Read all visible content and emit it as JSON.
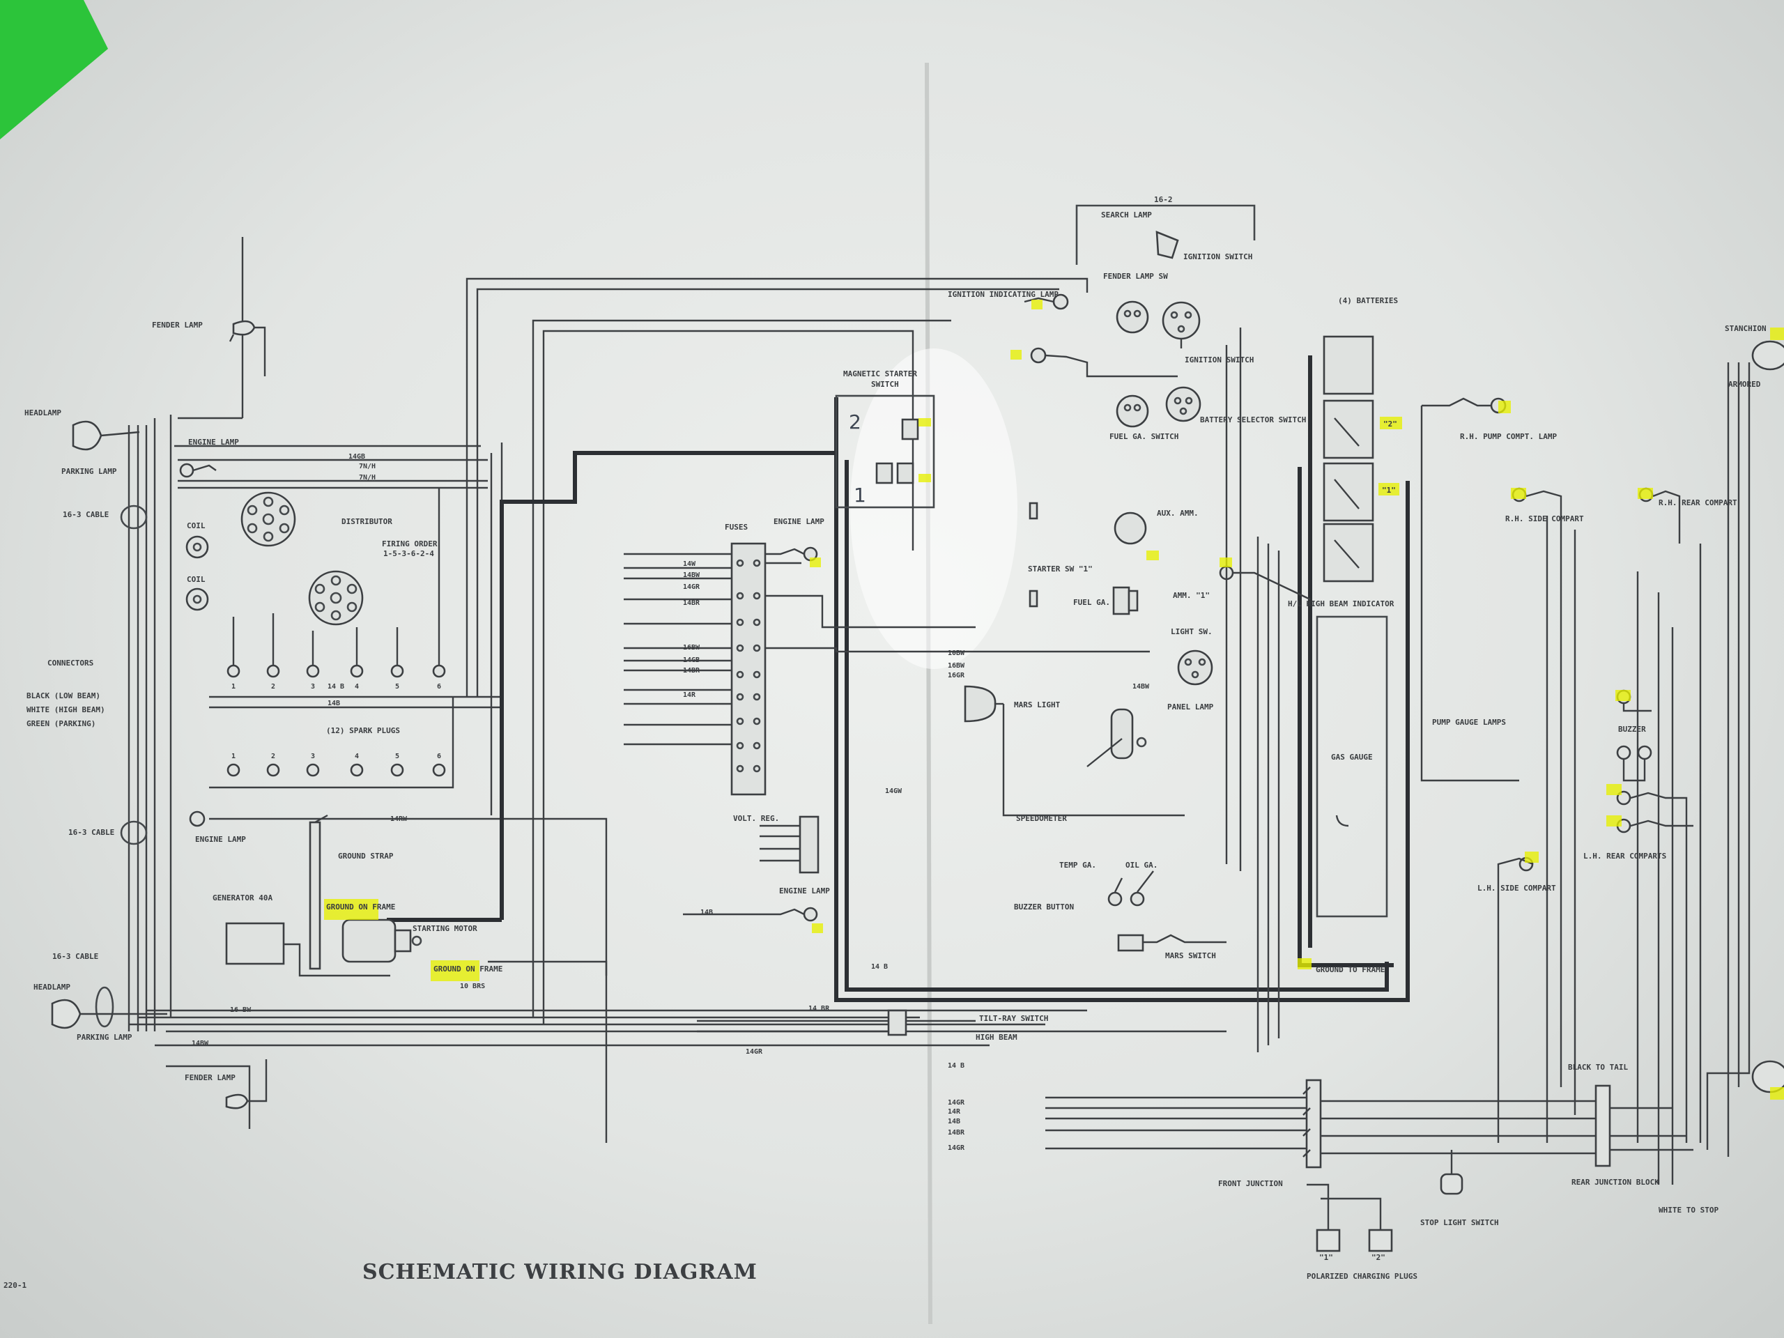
{
  "title": "SCHEMATIC WIRING DIAGRAM",
  "sheet_code": "220-1",
  "handwritten_marks": [
    "2",
    "1"
  ],
  "colors": {
    "paper": "#e6e9e7",
    "ink": "#3c3f42",
    "highlighter": "#e7f000",
    "tape": "#2cc43a"
  },
  "labels": {
    "fender_lamp_top": "FENDER LAMP",
    "headlamp_top": "HEADLAMP",
    "parking_lamp_top": "PARKING LAMP",
    "engine_lamp_left": "ENGINE LAMP",
    "cable_16_3_a": "16-3 CABLE",
    "coil_1": "COIL",
    "coil_2": "COIL",
    "distributor": "DISTRIBUTOR",
    "firing_order": "FIRING ORDER",
    "firing_order_seq": "1-5-3-6-2-4",
    "connectors": "CONNECTORS",
    "black_low_beam": "BLACK (LOW BEAM)",
    "white_high_beam": "WHITE (HIGH BEAM)",
    "green_parking": "GREEN (PARKING)",
    "spark_plugs": "(12) SPARK PLUGS",
    "cable_16_3_b": "16-3 CABLE",
    "engine_lamp_mid": "ENGINE LAMP",
    "ground_strap": "GROUND STRAP",
    "generator": "GENERATOR 40A",
    "ground_on_frame_1": "GROUND ON FRAME",
    "starting_motor": "STARTING MOTOR",
    "ground_on_frame_2": "GROUND ON FRAME",
    "cable_16_3_c": "16-3 CABLE",
    "headlamp_bottom": "HEADLAMP",
    "parking_lamp_bottom": "PARKING LAMP",
    "fender_lamp_bottom": "FENDER LAMP",
    "magnetic_starter": "MAGNETIC STARTER",
    "magnetic_starter_2": "SWITCH",
    "fuses": "FUSES",
    "engine_lamp_fuse": "ENGINE LAMP",
    "volt_reg": "VOLT. REG.",
    "engine_lamp_reg": "ENGINE LAMP",
    "tilt_ray_switch": "TILT-RAY SWITCH",
    "high_beam": "HIGH BEAM",
    "search_lamp": "SEARCH LAMP",
    "search_lamp_code": "16-2",
    "ignition_switch": "IGNITION SWITCH",
    "fender_lamp_sw": "FENDER LAMP SW",
    "ignition_ind_lamp": "IGNITION INDICATING LAMP",
    "ignition_switch_2": "IGNITION SWITCH",
    "fuel_ga_switch": "FUEL GA. SWITCH",
    "battery_selector": "BATTERY SELECTOR SWITCH",
    "aux_amm": "AUX. AMM.",
    "starter_sw": "STARTER SW \"1\"",
    "fuel_ga": "FUEL GA.",
    "amm_1": "AMM. \"1\"",
    "light_sw": "LIGHT SW.",
    "mars_light": "MARS LIGHT",
    "panel_lamp": "PANEL LAMP",
    "speedometer": "SPEEDOMETER",
    "temp_ga": "TEMP GA.",
    "oil_ga": "OIL GA.",
    "buzzer_button": "BUZZER BUTTON",
    "mars_switch": "MARS SWITCH",
    "batteries": "(4) BATTERIES",
    "hi_beam_indicator": "H/L HIGH BEAM INDICATOR",
    "gas_gauge": "GAS GAUGE",
    "ground_to_frame": "GROUND TO FRAME",
    "rh_pump_compt_lamp": "R.H. PUMP COMPT. LAMP",
    "rh_side_compart": "R.H. SIDE COMPART",
    "rh_rear_compart": "R.H. REAR COMPART",
    "pump_gauge_lamps": "PUMP GAUGE LAMPS",
    "buzzer": "BUZZER",
    "lh_rear_comparts": "L.H. REAR COMPARTS",
    "lh_side_compart": "L.H. SIDE COMPART",
    "front_junction": "FRONT JUNCTION",
    "stop_light_switch": "STOP LIGHT SWITCH",
    "rear_junction_block": "REAR JUNCTION BLOCK",
    "white_to_stop": "WHITE TO STOP",
    "black_to_tail": "BLACK TO TAIL",
    "polarized_plugs": "POLARIZED CHARGING PLUGS",
    "stanchion": "STANCHION",
    "armored": "ARMORED"
  },
  "wire_codes": [
    "14GB",
    "7N/H",
    "7N/H",
    "14 B",
    "14B",
    "14W",
    "14BW",
    "14GR",
    "14BR",
    "16BW",
    "14GB",
    "14BR",
    "14R",
    "10BW",
    "16BW",
    "16GR",
    "14BW",
    "14B",
    "14 B",
    "14GR",
    "14R",
    "14B",
    "14BR",
    "14GR",
    "14RW",
    "14GW",
    "10 BRS",
    "16 BW",
    "14BW",
    "14 B",
    "14 BR",
    "14GR"
  ],
  "pin_numbers": [
    "1",
    "2",
    "3",
    "4",
    "5",
    "6"
  ],
  "battery_marks": [
    "\"2\"",
    "\"1\""
  ],
  "junction_marks": [
    "\"1\"",
    "\"2\""
  ]
}
